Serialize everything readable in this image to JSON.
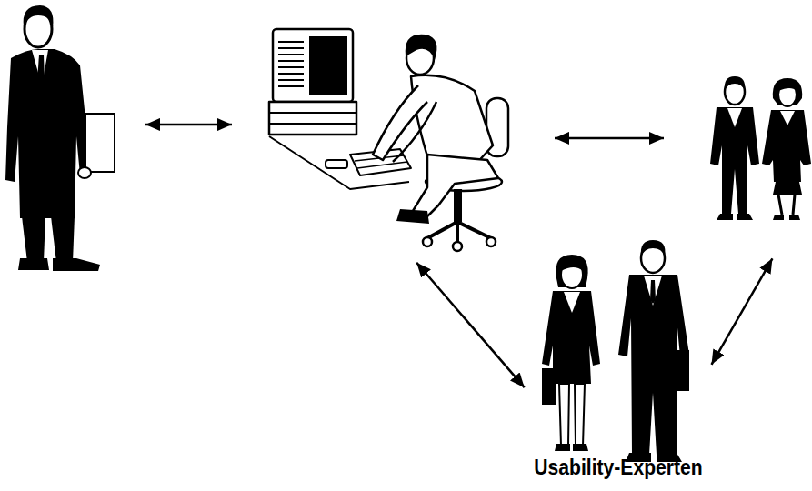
{
  "diagram": {
    "nodes": [
      {
        "text": []
      },
      {
        "text": []
      },
      {
        "text": []
      },
      {
        "text": [
          "Usability-Experten"
        ]
      }
    ],
    "edges": [
      {
        "from": 0,
        "to": 1,
        "arrow": "both"
      },
      {
        "from": 1,
        "to": 2,
        "arrow": "both"
      },
      {
        "from": 1,
        "to": 3,
        "arrow": "both"
      },
      {
        "from": 2,
        "to": 3,
        "arrow": "both"
      }
    ]
  }
}
